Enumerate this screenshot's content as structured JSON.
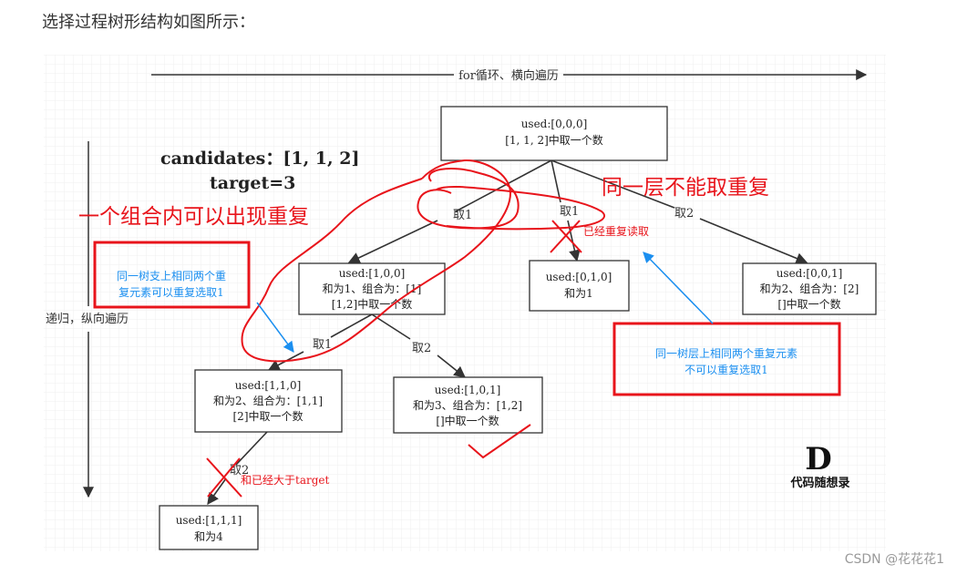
{
  "heading": "选择过程树形结构如图所示：",
  "top_axis_label": "for循环、横向遍历",
  "left_axis_label": "递归，纵向遍历",
  "problem": {
    "candidates": "candidates：[1, 1, 2]",
    "target": "target=3"
  },
  "nodes": {
    "root": {
      "line1": "used:[0,0,0]",
      "line2": "[1, 1, 2]中取一个数"
    },
    "n100": {
      "line1": "used:[1,0,0]",
      "line2": "和为1、组合为：[1]",
      "line3": "[1,2]中取一个数"
    },
    "n010": {
      "line1": "used:[0,1,0]",
      "line2": "和为1"
    },
    "n001": {
      "line1": "used:[0,0,1]",
      "line2": "和为2、组合为：[2]",
      "line3": "[]中取一个数"
    },
    "n110": {
      "line1": "used:[1,1,0]",
      "line2": "和为2、组合为：[1,1]",
      "line3": "[2]中取一个数"
    },
    "n101": {
      "line1": "used:[1,0,1]",
      "line2": "和为3、组合为：[1,2]",
      "line3": "[]中取一个数"
    },
    "n111": {
      "line1": "used:[1,1,1]",
      "line2": "和为4"
    }
  },
  "edge_labels": {
    "root_left": "取1",
    "root_mid": "取1",
    "root_right": "取2",
    "n100_left": "取1",
    "n100_right": "取2",
    "n110_down": "取2"
  },
  "annotations": {
    "same_layer_big": "同一层不能取重复",
    "same_combo_big": "一个组合内可以出现重复",
    "already_read": "已经重复读取",
    "exceeds_target": "和已经大于target",
    "branch_box_line1": "同一树支上相同两个重",
    "branch_box_line2": "复元素可以重复选取1",
    "layer_box_line1": "同一树层上相同两个重复元素",
    "layer_box_line2": "不可以重复选取1"
  },
  "logo": {
    "mark": "D",
    "text": "代码随想录"
  },
  "watermark": "CSDN @花花花1",
  "colors": {
    "red": "#e8141b",
    "blue": "#1b8ff0",
    "node_border": "#333333",
    "grid": "#eeeeee"
  }
}
